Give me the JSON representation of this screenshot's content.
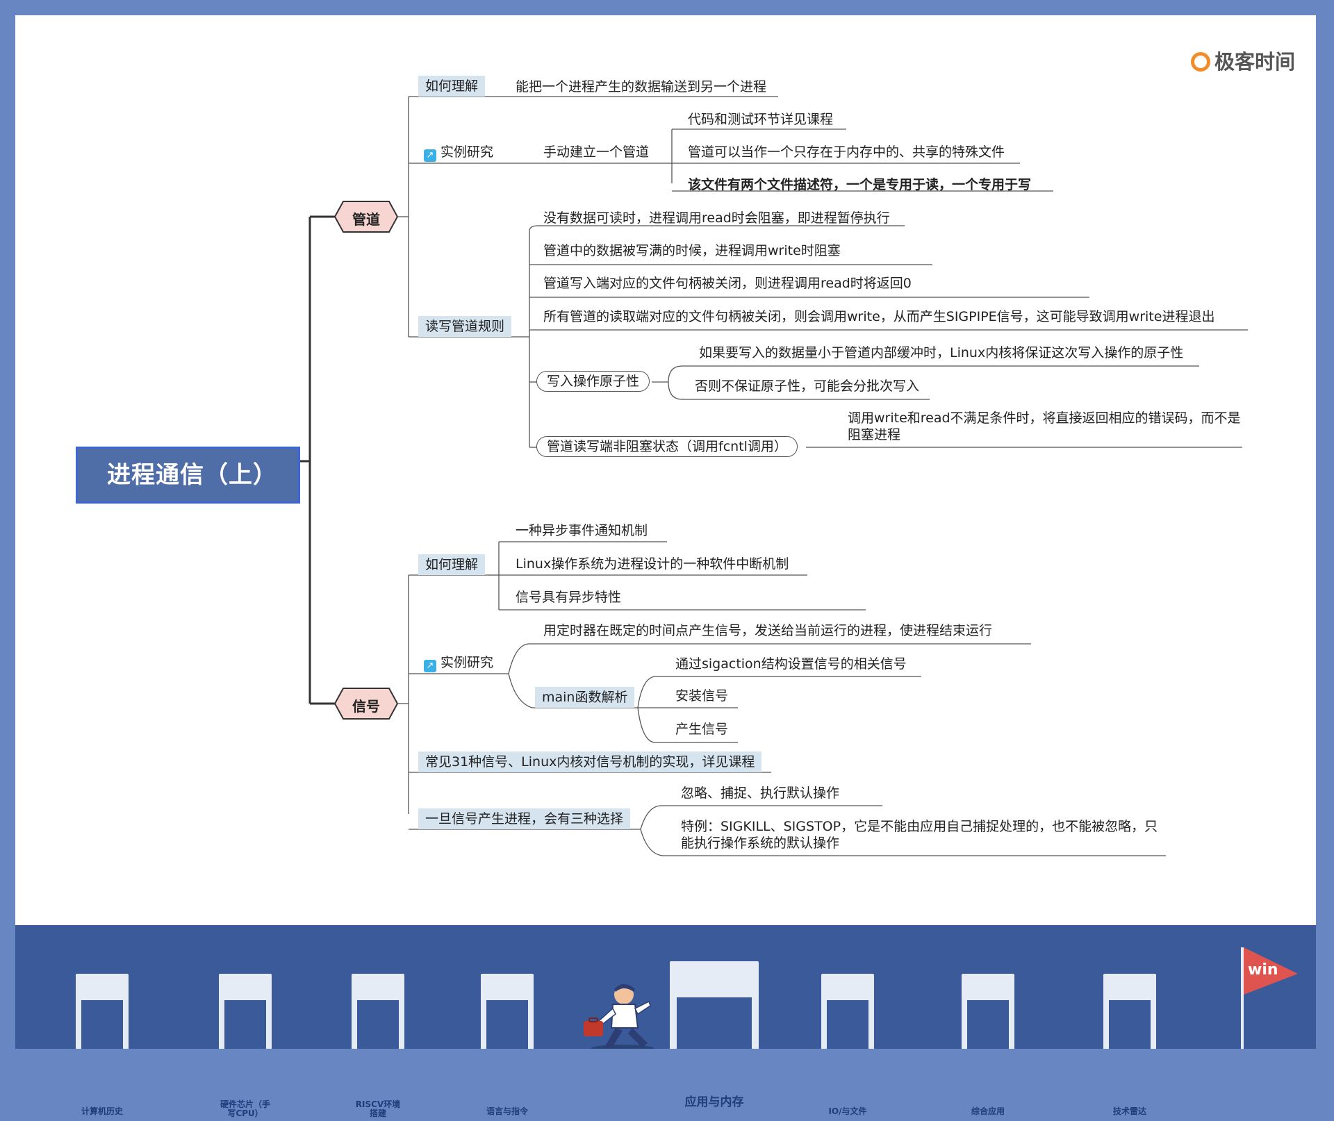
{
  "logo": {
    "text": "极客时间"
  },
  "root": {
    "title": "进程通信（上）"
  },
  "pipe": {
    "label": "管道",
    "understand_tag": "如何理解",
    "understand_text": "能把一个进程产生的数据输送到另一个进程",
    "case_tag": "实例研究",
    "case_icon": "link-icon",
    "case_sub": "手动建立一个管道",
    "case_items": [
      "代码和测试环节详见课程",
      "管道可以当作一个只存在于内存中的、共享的特殊文件",
      "该文件有两个文件描述符，一个是专用于读，一个专用于写"
    ],
    "rules_tag": "读写管道规则",
    "rules_items": [
      "没有数据可读时，进程调用read时会阻塞，即进程暂停执行",
      "管道中的数据被写满的时候，进程调用write时阻塞",
      "管道写入端对应的文件句柄被关闭，则进程调用read时将返回0",
      "所有管道的读取端对应的文件句柄被关闭，则会调用write，从而产生SIGPIPE信号，这可能导致调用write进程退出"
    ],
    "atomic_label": "写入操作原子性",
    "atomic_items": [
      "如果要写入的数据量小于管道内部缓冲时，Linux内核将保证这次写入操作的原子性",
      "否则不保证原子性，可能会分批次写入"
    ],
    "nonblock_label": "管道读写端非阻塞状态（调用fcntl调用）",
    "nonblock_text": "调用write和read不满足条件时，将直接返回相应的错误码，而不是阻塞进程"
  },
  "signal": {
    "label": "信号",
    "understand_tag": "如何理解",
    "understand_items": [
      "一种异步事件通知机制",
      "Linux操作系统为进程设计的一种软件中断机制",
      "信号具有异步特性"
    ],
    "case_tag": "实例研究",
    "case_icon": "link-icon",
    "case_item": "用定时器在既定的时间点产生信号，发送给当前运行的进程，使进程结束运行",
    "main_tag": "main函数解析",
    "main_items": [
      "通过sigaction结构设置信号的相关信号",
      "安装信号",
      "产生信号"
    ],
    "common_tag": "常见31种信号、Linux内核对信号机制的实现，详见课程",
    "choice_tag": "一旦信号产生进程，会有三种选择",
    "choice_items": [
      "忽略、捕捉、执行默认操作",
      "特例：SIGKILL、SIGSTOP，它是不能由应用自己捕捉处理的，也不能被忽略，只能执行操作系统的默认操作"
    ]
  },
  "footer": {
    "gates": [
      "计算机历史",
      "硬件芯片（手写CPU）",
      "RISCV环境搭建",
      "语言与指令",
      "应用与内存",
      "IO/与文件",
      "综合应用",
      "技术雷达"
    ],
    "flag": "win",
    "colors": {
      "band": "#3a5a9a",
      "gate": "#e5ecf6",
      "flag": "#e0544f",
      "runner_shirt": "#ffffff",
      "runner_pants": "#2c3e73",
      "briefcase": "#c0392b"
    }
  },
  "colors": {
    "frame": "#6786c2",
    "root_fill": "#4f6ea8",
    "root_border": "#3d64d8",
    "hex_fill": "#f7d6d2",
    "tag_fill": "#d6e4f0",
    "line": "#333333"
  }
}
